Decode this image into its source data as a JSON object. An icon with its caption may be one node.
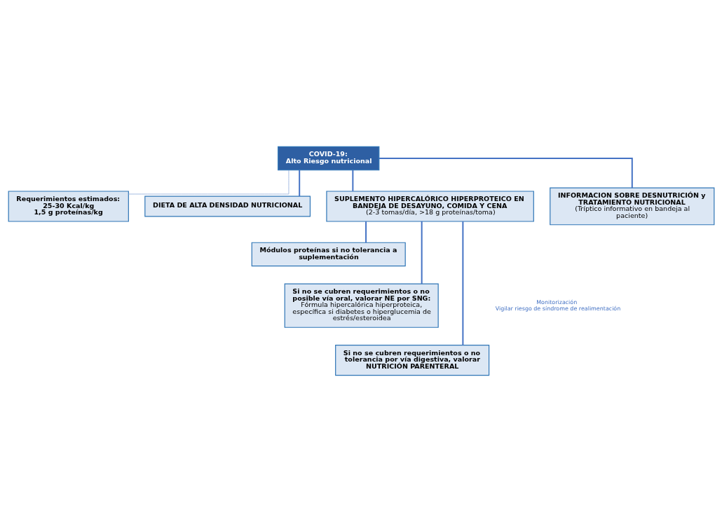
{
  "diagram": {
    "nodes": [
      {
        "text": [
          "COVID-19:",
          "Alto Riesgo nutricional"
        ]
      },
      {
        "text": [
          "Requerimientos estimados:",
          "25-30 Kcal/kg",
          "1,5 g proteínas/kg"
        ]
      },
      {
        "text": [
          "DIETA DE ALTA DENSIDAD NUTRICIONAL"
        ]
      },
      {
        "text": [
          "SUPLEMENTO HIPERCALÓRICO HIPERPROTEICO EN BANDEJA DE DESAYUNO, COMIDA Y CENA",
          "(2-3 tomas/día, >18 g proteínas/toma)"
        ]
      },
      {
        "text": [
          "INFORMACION SOBRE DESNUTRICIÓN y TRATAMIENTO NUTRICIONAL",
          "(Tríptico informativo en bandeja al paciente)"
        ]
      },
      {
        "text": [
          "Módulos proteínas si no tolerancia a suplementación"
        ]
      },
      {
        "text": [
          "Si no se cubren requerimientos o no posible vía oral, valorar NE por SNG:",
          "Fórmula hipercalórica hiperproteica, específica si diabetes o hiperglucemia de estrés/esteroidea"
        ]
      },
      {
        "text": [
          "Si no se cubren requerimientos o no tolerancia por vía digestiva, valorar NUTRICIÓN PARENTERAL"
        ]
      }
    ],
    "edges": [
      {
        "from": 0,
        "to": 1,
        "arrow": "none",
        "color": "#8eaadb"
      },
      {
        "from": 0,
        "to": 2,
        "arrow": "none"
      },
      {
        "from": 0,
        "to": 3,
        "arrow": "none"
      },
      {
        "from": 0,
        "to": 4,
        "arrow": "none"
      },
      {
        "from": 3,
        "to": 5,
        "arrow": "none"
      },
      {
        "from": 3,
        "to": 6,
        "arrow": "none"
      },
      {
        "from": 3,
        "to": 7,
        "arrow": "none"
      }
    ],
    "labels": [
      "Monitorización",
      "Vigilar riesgo de síndrome de realimentación"
    ]
  }
}
